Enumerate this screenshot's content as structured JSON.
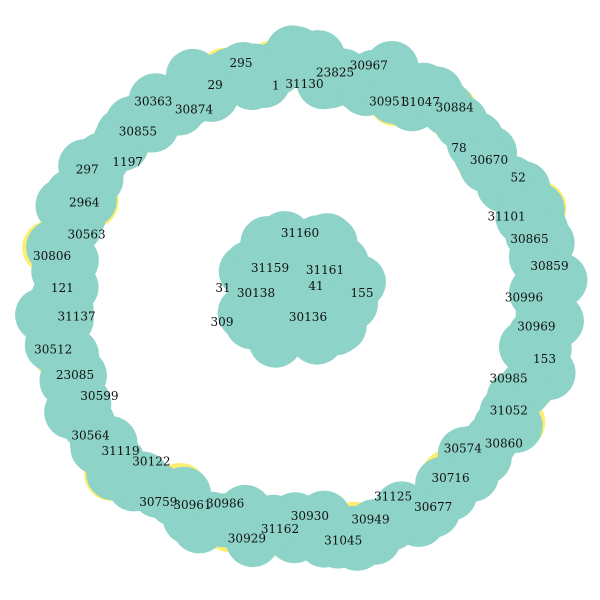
{
  "colors": {
    "teal": "#8dd3c7",
    "yellow": "#ffed6f",
    "background": "#ffffff"
  },
  "outer_ring_labels": [
    "31130",
    "23825",
    "30967",
    "30951",
    "31047",
    "30884",
    "78",
    "30670",
    "52",
    "31101",
    "30865",
    "30859",
    "30996",
    "30969",
    "153",
    "30985",
    "31052",
    "30860",
    "30574",
    "30716",
    "30677",
    "31125",
    "30949",
    "31045",
    "30930",
    "31162",
    "30929",
    "30986",
    "30961",
    "30759",
    "30122",
    "31119",
    "30564",
    "30599",
    "23085",
    "30512",
    "31137",
    "121",
    "30806",
    "30563",
    "2964",
    "297",
    "1197",
    "30855",
    "30363",
    "30874",
    "29",
    "295",
    "1"
  ],
  "inner_cluster_labels": [
    "31160",
    "31159",
    "31161",
    "30138",
    "41",
    "155",
    "30136",
    "309",
    "31"
  ],
  "node_colors": "mixed teal and yellow"
}
